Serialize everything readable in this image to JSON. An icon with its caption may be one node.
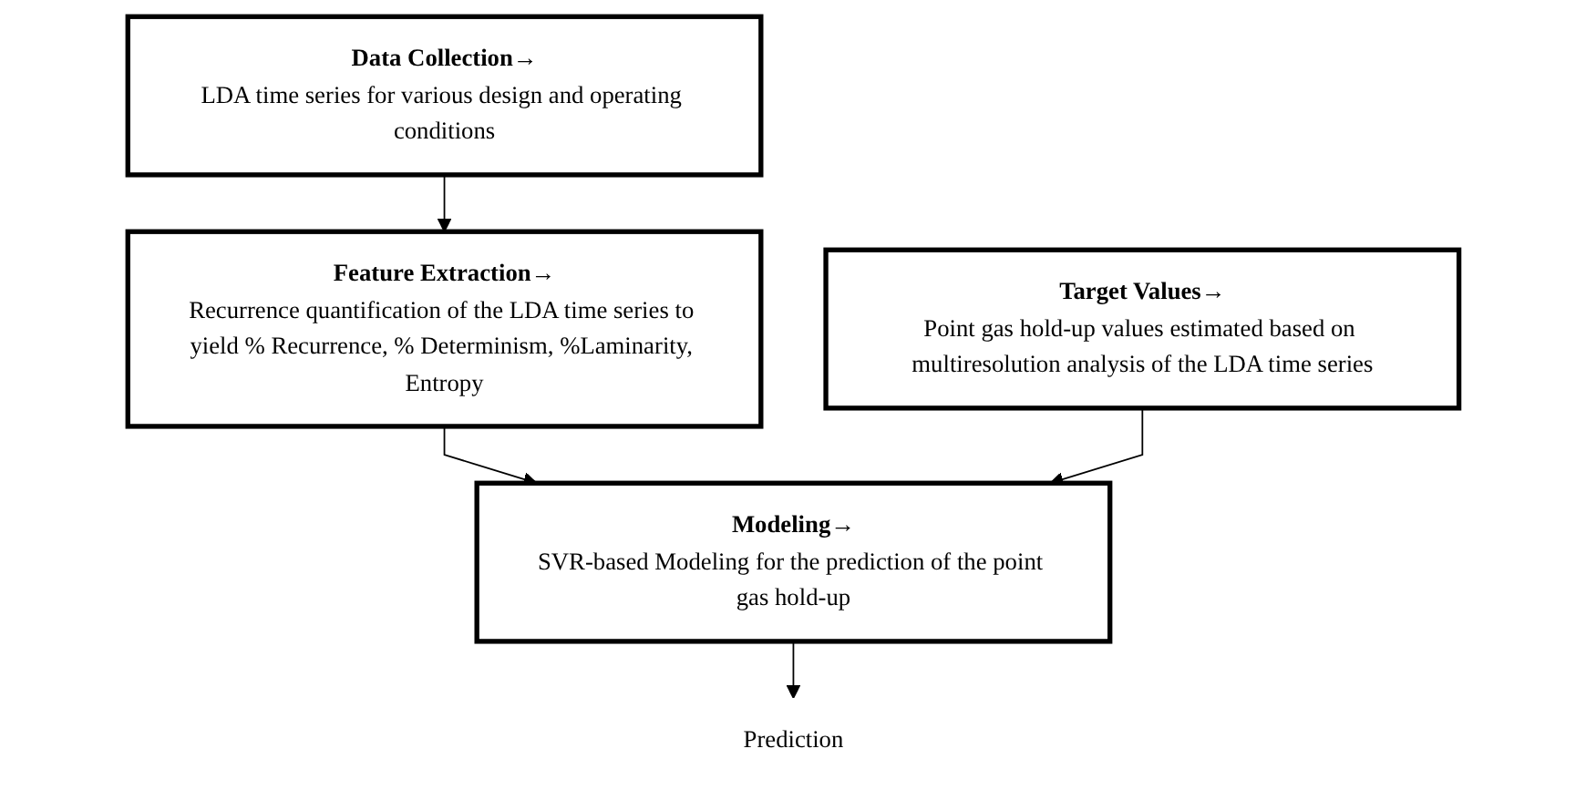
{
  "diagram": {
    "nodes": [
      {
        "text": [
          "Data Collection→",
          "LDA time series for various design and operating conditions"
        ]
      },
      {
        "text": [
          "Feature Extraction→",
          "Recurrence quantification of the LDA time series to yield % Recurrence, % Determinism, %Laminarity, Entropy"
        ]
      },
      {
        "text": [
          "Target Values→",
          "Point gas hold-up values estimated based on multiresolution analysis of the LDA time series"
        ]
      },
      {
        "text": [
          "Modeling→",
          "SVR-based Modeling for the prediction of the point gas hold-up"
        ]
      },
      {
        "text": [
          "Prediction"
        ]
      }
    ],
    "edges": [
      {
        "from": 0,
        "to": 1,
        "arrow": "to"
      },
      {
        "from": 1,
        "to": 3,
        "arrow": "to"
      },
      {
        "from": 2,
        "to": 3,
        "arrow": "to"
      },
      {
        "from": 3,
        "to": 4,
        "arrow": "to"
      }
    ]
  }
}
